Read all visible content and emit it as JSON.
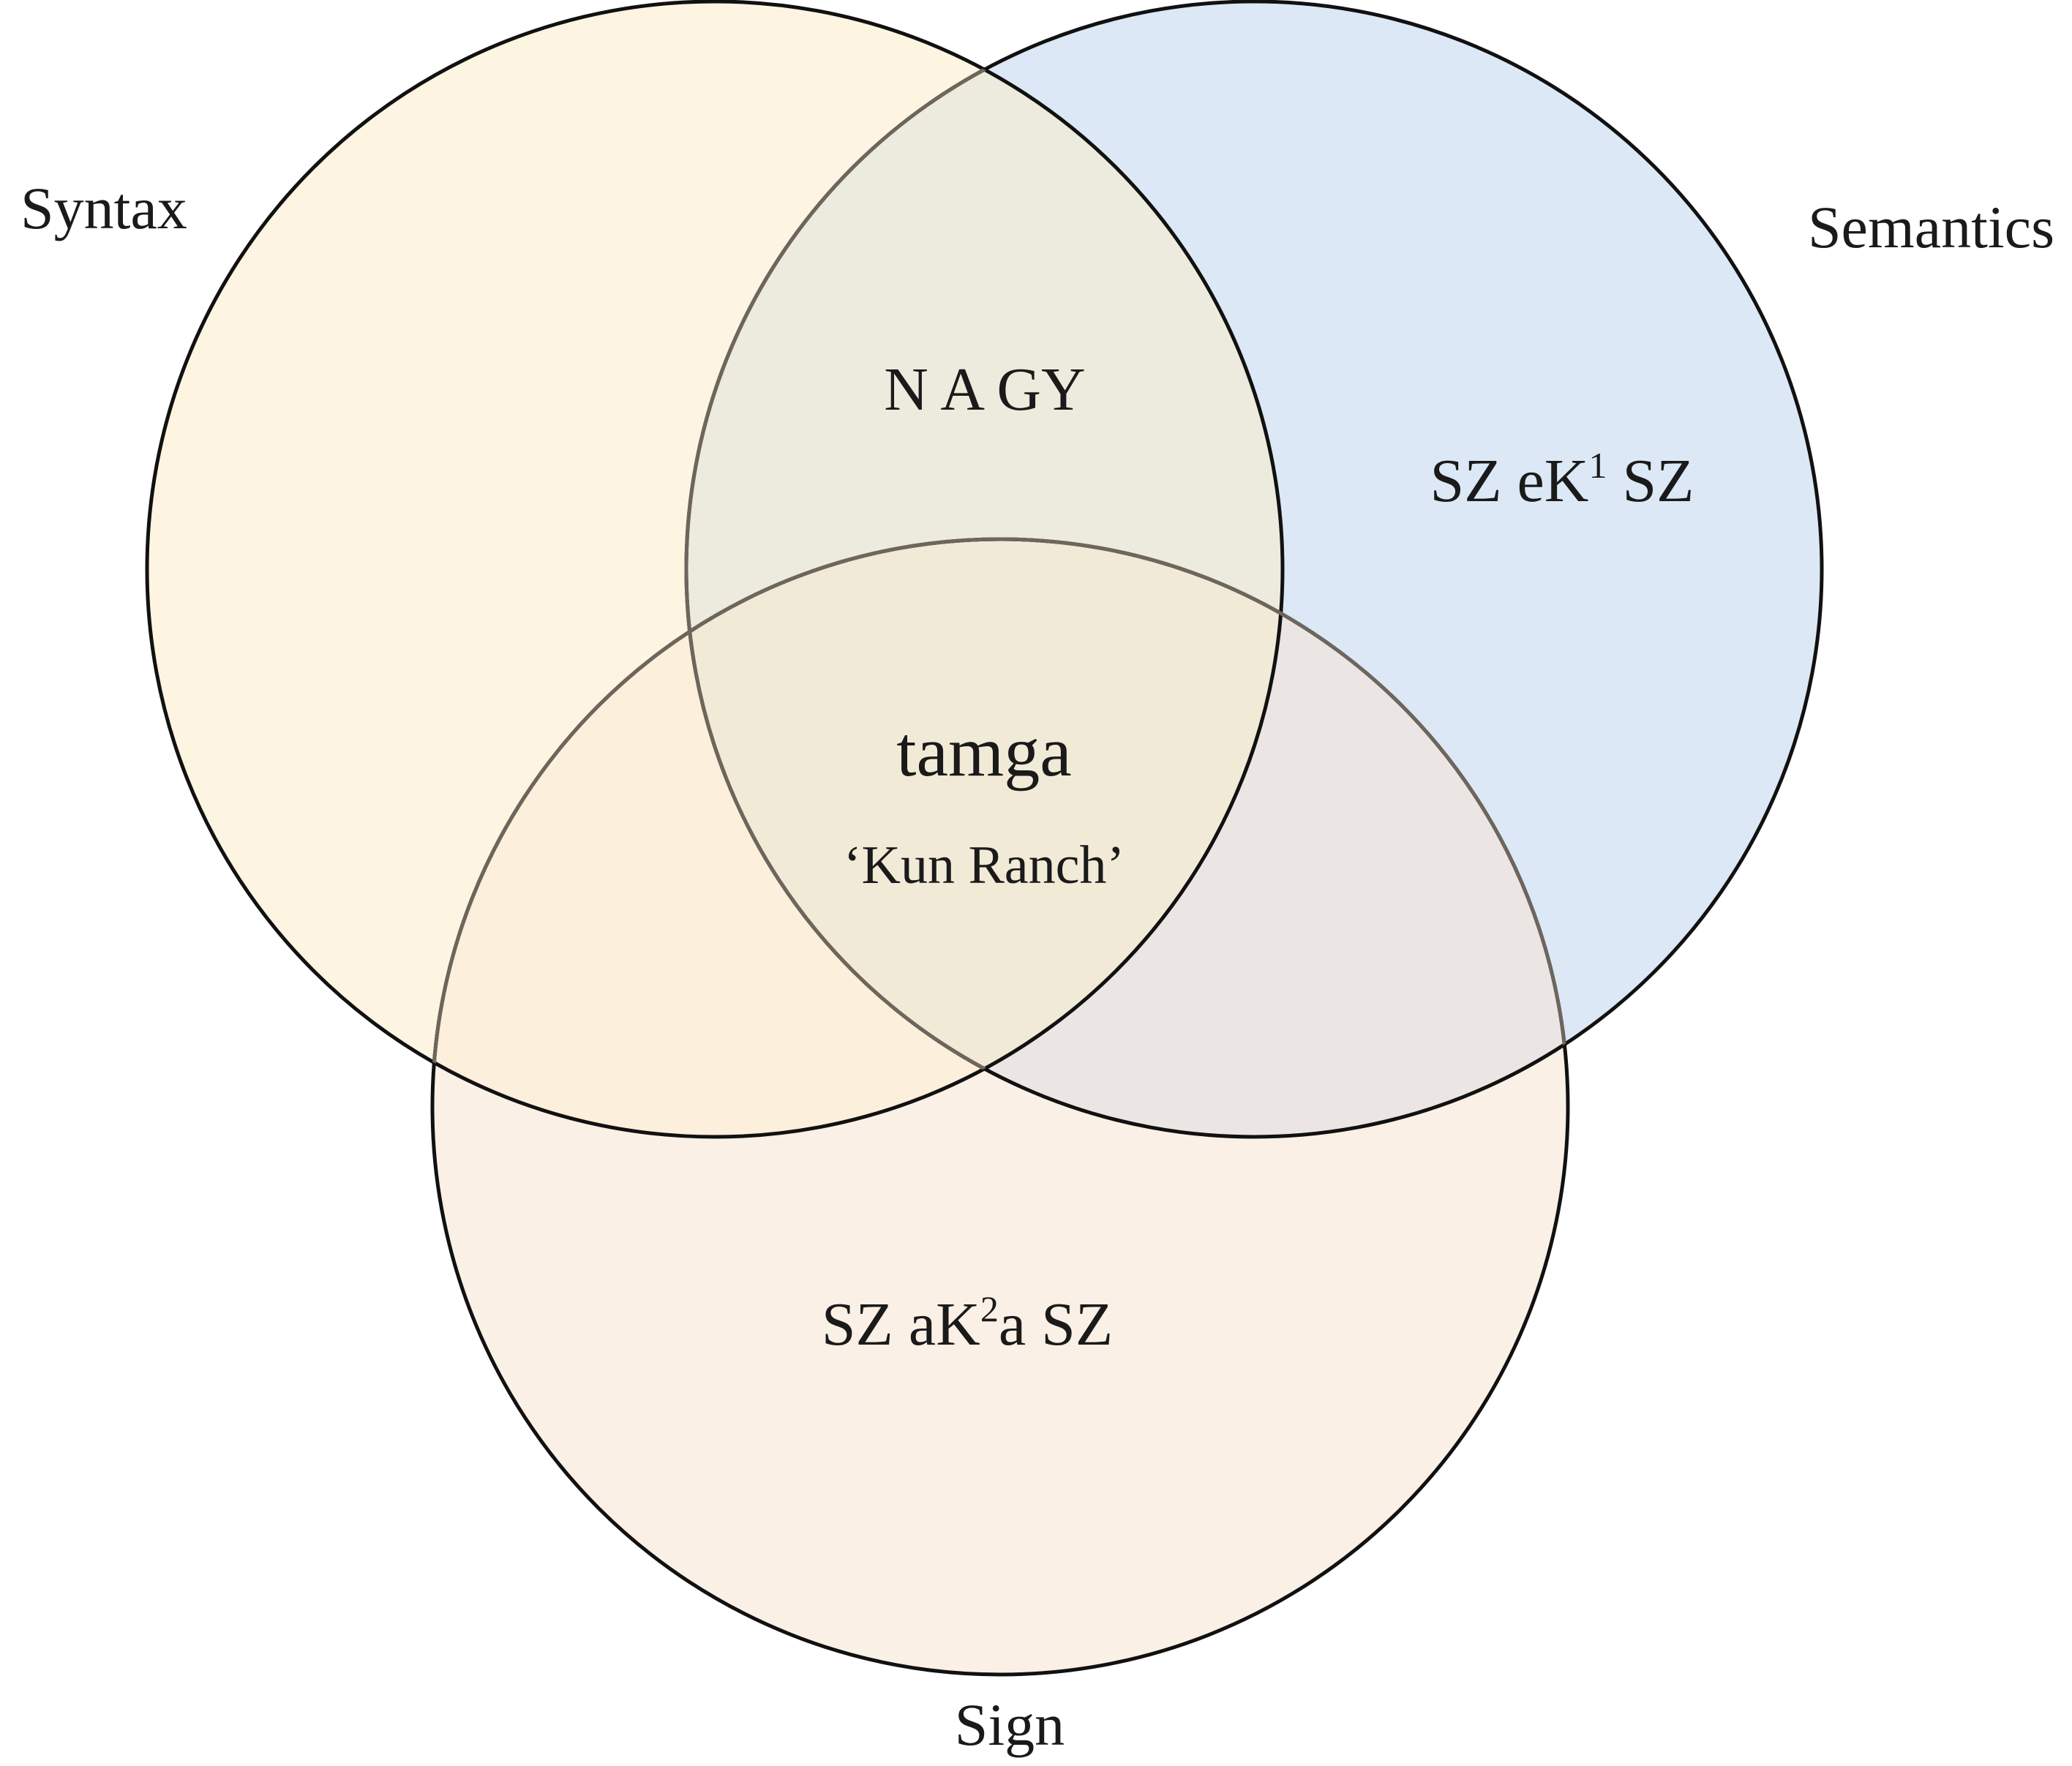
{
  "sets": [
    {
      "id": "syntax",
      "label": "Syntax",
      "fill": "#fdf5e1"
    },
    {
      "id": "semantics",
      "label": "Semantics",
      "fill": "#dce8f5"
    },
    {
      "id": "sign",
      "label": "Sign",
      "fill": "#fbf0e6"
    }
  ],
  "regions": {
    "syntax_semantics": "N A GY",
    "semantics_only": {
      "a": "SZ eK",
      "sup": "1",
      "b": " SZ"
    },
    "sign_only": {
      "a": "SZ aK",
      "sup": "2",
      "b": "a SZ"
    },
    "center": {
      "title": "tamga",
      "subtitle": "‘Kun Ranch’"
    }
  },
  "colors": {
    "outline_outer": "#111111",
    "outline_inner": "#6e665d",
    "overlap_syntax_semantics": "#ecebdd",
    "overlap_syntax_sign": "#fcefdc",
    "overlap_semantics_sign": "#ebe6e3",
    "overlap_all": "#f1ead7"
  }
}
